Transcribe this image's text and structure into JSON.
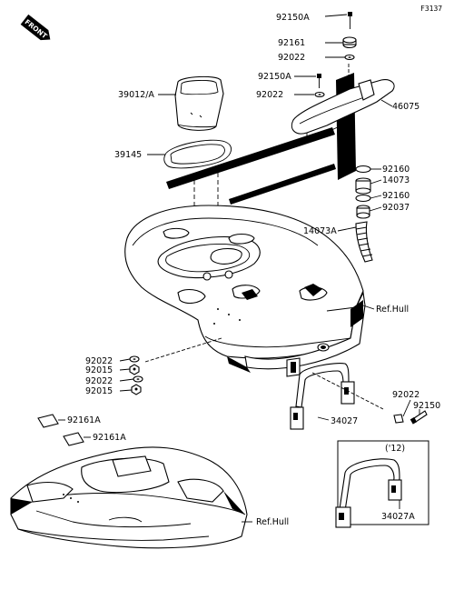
{
  "figure_id": "F3137",
  "front_badge": "FRONT",
  "labels": [
    {
      "id": "92150A-top",
      "text": "92150A"
    },
    {
      "id": "92161-top",
      "text": "92161"
    },
    {
      "id": "92022-top",
      "text": "92022"
    },
    {
      "id": "92150A-mid",
      "text": "92150A"
    },
    {
      "id": "92022-mid",
      "text": "92022"
    },
    {
      "id": "39012A",
      "text": "39012/A"
    },
    {
      "id": "46075",
      "text": "46075"
    },
    {
      "id": "39145",
      "text": "39145"
    },
    {
      "id": "92160-a",
      "text": "92160"
    },
    {
      "id": "14073",
      "text": "14073"
    },
    {
      "id": "92160-b",
      "text": "92160"
    },
    {
      "id": "92037",
      "text": "92037"
    },
    {
      "id": "14073A",
      "text": "14073A"
    },
    {
      "id": "ref-hull-top",
      "text": "Ref.Hull"
    },
    {
      "id": "92022-l1",
      "text": "92022"
    },
    {
      "id": "92015-l1",
      "text": "92015"
    },
    {
      "id": "92022-l2",
      "text": "92022"
    },
    {
      "id": "92015-l2",
      "text": "92015"
    },
    {
      "id": "92022-r",
      "text": "92022"
    },
    {
      "id": "92150-r",
      "text": "92150"
    },
    {
      "id": "34027",
      "text": "34027"
    },
    {
      "id": "92161A-1",
      "text": "92161A"
    },
    {
      "id": "92161A-2",
      "text": "92161A"
    },
    {
      "id": "ref-hull-bottom",
      "text": "Ref.Hull"
    },
    {
      "id": "year-note",
      "text": "('12)"
    },
    {
      "id": "34027A",
      "text": "34027A"
    }
  ],
  "colors": {
    "ink": "#000000",
    "paper": "#ffffff"
  }
}
